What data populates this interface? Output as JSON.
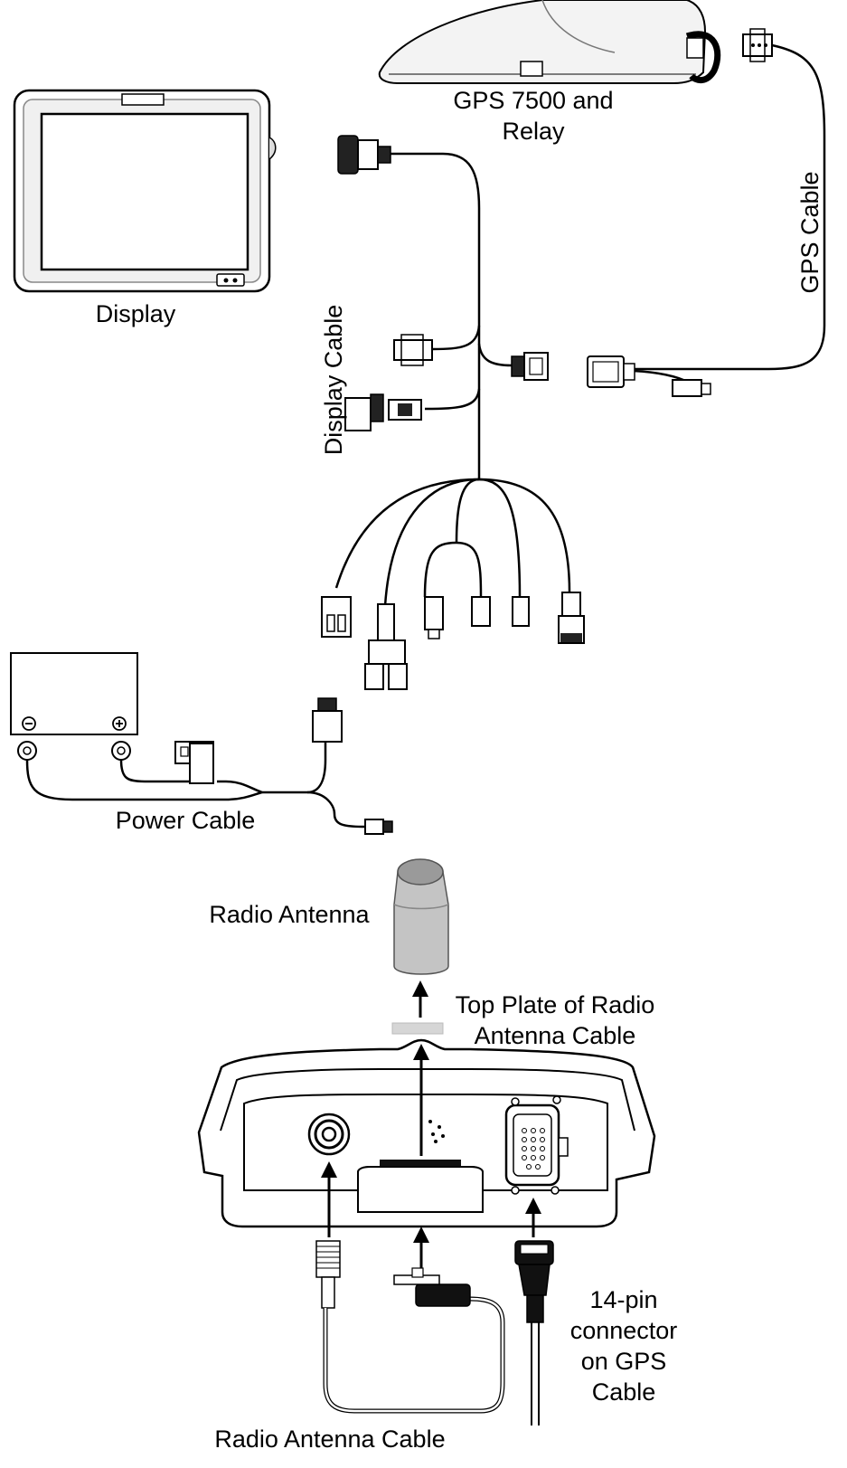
{
  "labels": {
    "gps_relay_line1": "GPS 7500 and",
    "gps_relay_line2": "Relay",
    "display": "Display",
    "display_cable": "Display Cable",
    "gps_cable": "GPS Cable",
    "power_cable": "Power Cable",
    "radio_antenna": "Radio Antenna",
    "top_plate_line1": "Top Plate of Radio",
    "top_plate_line2": "Antenna Cable",
    "pin_connector_line1": "14-pin",
    "pin_connector_line2": "connector",
    "pin_connector_line3": "on GPS",
    "pin_connector_line4": "Cable",
    "radio_antenna_cable": "Radio Antenna Cable"
  },
  "colors": {
    "line": "#000000",
    "fill_light": "#f2f2f2",
    "fill_mid": "#cfcfcf",
    "screen": "#ffffff"
  }
}
